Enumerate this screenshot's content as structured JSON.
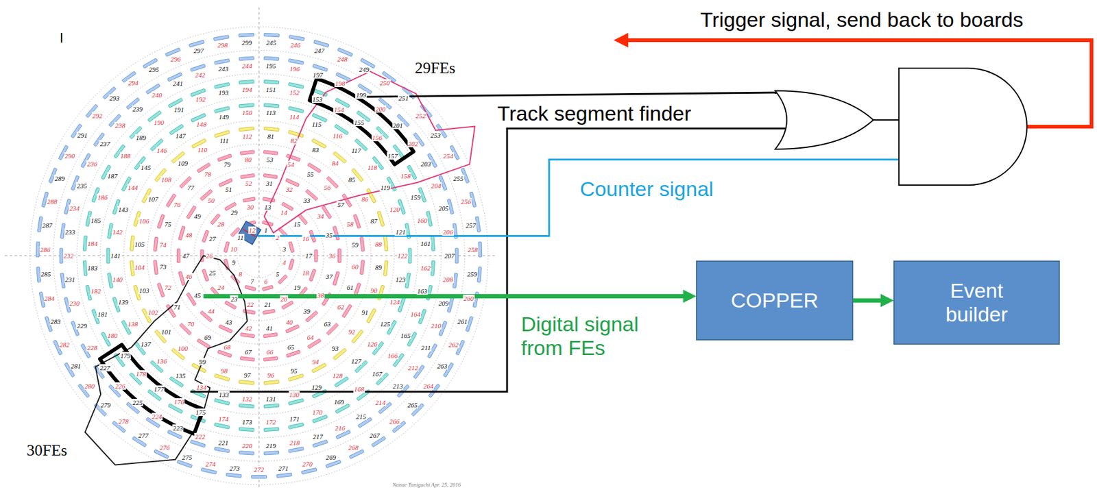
{
  "diagram": {
    "nodes": [
      {
        "text": [
          "COPPER"
        ]
      },
      {
        "text": [
          "Event builder"
        ]
      }
    ],
    "edges": [
      {
        "from": 0,
        "to": 1,
        "arrow": "to"
      }
    ],
    "labels": [
      "l",
      "29FEs",
      "Trigger signal, send back to boards",
      "Track segment finder",
      "Counter signal",
      "Digital signal from FEs",
      "30FEs",
      "Nanae Taniguchi Apr. 25, 2016",
      "1",
      "2",
      "3",
      "4",
      "5",
      "6",
      "7",
      "8",
      "9",
      "10",
      "11",
      "12",
      "13",
      "14",
      "15",
      "16",
      "17",
      "18",
      "19",
      "20",
      "21",
      "22",
      "23",
      "24",
      "25",
      "26",
      "27",
      "28",
      "29",
      "30",
      "31",
      "32",
      "33",
      "34",
      "35",
      "36",
      "37",
      "38",
      "39",
      "40",
      "41",
      "42",
      "43",
      "44",
      "45",
      "46",
      "47",
      "48",
      "49",
      "50",
      "51",
      "52",
      "53",
      "54",
      "55",
      "56",
      "57",
      "58",
      "59",
      "60",
      "61",
      "62",
      "63",
      "64",
      "65",
      "66",
      "67",
      "68",
      "69",
      "70",
      "71",
      "72",
      "73",
      "74",
      "75",
      "76",
      "77",
      "78",
      "79",
      "80",
      "81",
      "82",
      "83",
      "84",
      "85",
      "86",
      "87",
      "88",
      "89",
      "90",
      "91",
      "92",
      "93",
      "94",
      "95",
      "96",
      "97",
      "98",
      "99",
      "100",
      "101",
      "102",
      "103",
      "104",
      "105",
      "106",
      "107",
      "108",
      "109",
      "110",
      "111",
      "112",
      "113",
      "114",
      "115",
      "116",
      "117",
      "118",
      "119",
      "120",
      "121",
      "122",
      "123",
      "124",
      "125",
      "126",
      "127",
      "128",
      "129",
      "130",
      "131",
      "132",
      "133",
      "134",
      "135",
      "136",
      "137",
      "138",
      "139",
      "140",
      "141",
      "142",
      "143",
      "144",
      "145",
      "146",
      "147",
      "148",
      "149",
      "150",
      "151",
      "152",
      "153",
      "154",
      "155",
      "156",
      "157",
      "158",
      "159",
      "160",
      "161",
      "162",
      "163",
      "164",
      "165",
      "166",
      "167",
      "168",
      "169",
      "170",
      "171",
      "172",
      "173",
      "174",
      "175",
      "176",
      "177",
      "178",
      "179",
      "180",
      "181",
      "182",
      "183",
      "184",
      "185",
      "186",
      "187",
      "188",
      "189",
      "190",
      "191",
      "192",
      "193",
      "194",
      "195",
      "196",
      "197",
      "198",
      "199",
      "200",
      "201",
      "202",
      "203",
      "204",
      "205",
      "206",
      "207",
      "208",
      "209",
      "210",
      "211",
      "212",
      "213",
      "214",
      "215",
      "216",
      "217",
      "218",
      "219",
      "220",
      "221",
      "222",
      "223",
      "224",
      "225",
      "226",
      "227",
      "228",
      "229",
      "230",
      "231",
      "232",
      "233",
      "234",
      "235",
      "236",
      "237",
      "238",
      "239",
      "240",
      "241",
      "242",
      "243",
      "244",
      "245",
      "246",
      "247",
      "248",
      "249",
      "250",
      "251",
      "252",
      "253",
      "254",
      "255",
      "256",
      "257",
      "258",
      "259",
      "260",
      "261",
      "262",
      "263",
      "264",
      "265",
      "266",
      "267",
      "268",
      "269",
      "270",
      "271",
      "272",
      "273",
      "274",
      "275",
      "276",
      "277",
      "278",
      "279",
      "280",
      "281",
      "282",
      "283",
      "284",
      "285",
      "286",
      "287",
      "288",
      "289",
      "290",
      "291",
      "292",
      "293",
      "294",
      "295",
      "296",
      "297",
      "298",
      "299"
    ]
  }
}
